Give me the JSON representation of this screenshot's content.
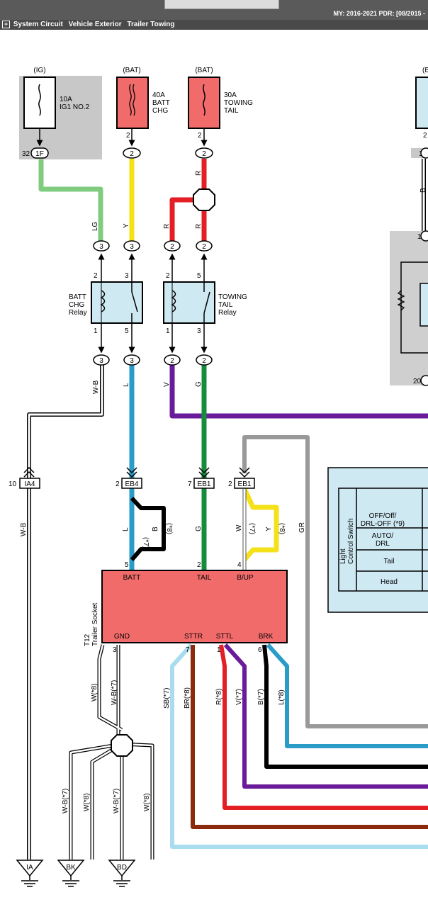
{
  "header": {
    "meta_my_label": "MY:",
    "meta_my": "2016-2021",
    "meta_pdr_label": "PDR:",
    "meta_pdr": "[08/2015 -"
  },
  "title": {
    "expand_glyph": "+",
    "parts": [
      "System Circuit",
      "Vehicle Exterior",
      "Trailer Towing"
    ]
  },
  "colors": {
    "fuse_red": "#f26b6b",
    "fuse_gray": "#c8c8c8",
    "relay_blue": "#cfe9f3",
    "socket": "#f26b6b",
    "wire_lg": "#7fcc7f",
    "wire_y": "#f5e11a",
    "wire_r": "#e31e24",
    "wire_l": "#2a9cc8",
    "wire_g": "#148c3c",
    "wire_v": "#6a1b9a",
    "wire_gr": "#999999",
    "wire_sb": "#a8dcee",
    "wire_br": "#8b2a0c",
    "wire_b": "#111111"
  },
  "fuses": [
    {
      "supply": "(IG)",
      "rating": "10A",
      "name_lines": [
        "IG1 NO.2"
      ],
      "conn_pin": "1F",
      "pin_num": "32"
    },
    {
      "supply": "(BAT)",
      "rating": "40A",
      "name_lines": [
        "BATT",
        "CHG"
      ],
      "conn_pin": "2",
      "pin_num": "2"
    },
    {
      "supply": "(BAT)",
      "rating": "30A",
      "name_lines": [
        "TOWING",
        "TAIL"
      ],
      "conn_pin": "2",
      "pin_num": "2"
    },
    {
      "supply": "(B",
      "conn_pin": "1",
      "pin_num": "2"
    }
  ],
  "relays": [
    {
      "name_lines": [
        "BATT",
        "CHG",
        "Relay"
      ],
      "pins_top": [
        "2",
        "3"
      ],
      "pins_bottom": [
        "1",
        "5"
      ]
    },
    {
      "name_lines": [
        "TOWING",
        "TAIL",
        "Relay"
      ],
      "pins_top": [
        "2",
        "5"
      ],
      "pins_bottom": [
        "1",
        "3"
      ]
    }
  ],
  "connector_pins": {
    "relay1_top": [
      "3",
      "3"
    ],
    "relay2_top": [
      "2",
      "2"
    ],
    "relay1_bottom": [
      "3",
      "3"
    ],
    "relay2_bottom": [
      "2",
      "2"
    ]
  },
  "wire_labels": {
    "lg": "LG",
    "y": "Y",
    "r_top": "R",
    "r_left": "R",
    "r_right": "R",
    "w_b_left": "W-B",
    "l": "L",
    "v": "V",
    "g": "G",
    "w_b_long": "W-B",
    "l_socket": "L",
    "b_socket": "B",
    "g_socket": "G",
    "w_socket": "W",
    "y_socket": "Y",
    "gr": "GR",
    "b_right": "B"
  },
  "variant_marks": {
    "l7": "(*7)",
    "b8": "(*8)",
    "w7": "(*7)",
    "y8": "(*8)"
  },
  "inline_connectors": [
    {
      "id": "IA4",
      "pin": "10"
    },
    {
      "id": "EB4",
      "pin": "2"
    },
    {
      "id": "EB1",
      "pin": "7"
    },
    {
      "id": "EB1",
      "pin": "2"
    }
  ],
  "socket": {
    "code": "T12",
    "name": "Trailer Socket",
    "top_terms": [
      {
        "label": "BATT",
        "pin": "5"
      },
      {
        "label": "TAIL",
        "pin": "2"
      },
      {
        "label": "B/UP",
        "pin": "4"
      }
    ],
    "bottom_terms": [
      {
        "label": "GND",
        "pin": "3"
      },
      {
        "label": "STTR",
        "pin": "7"
      },
      {
        "label": "STTL",
        "pin": "1"
      },
      {
        "label": "BRK",
        "pin": "6"
      }
    ]
  },
  "lower_wires": [
    "W(*8)",
    "W-B(*7)",
    "SB(*7)",
    "BR(*8)",
    "R(*8)",
    "V(*7)",
    "B(*7)",
    "L(*8)"
  ],
  "ground_wires": [
    "W-B(*7)",
    "W(*8)",
    "W-B(*7)",
    "W(*8)"
  ],
  "grounds": [
    "IA",
    "BK",
    "BD"
  ],
  "light_switch": {
    "title_lines": [
      "Light",
      "Control Switch"
    ],
    "positions": [
      [
        "OFF/Off/",
        "DRL-OFF (*9)"
      ],
      [
        "AUTO/",
        "DRL"
      ],
      [
        "Tail"
      ],
      [
        "Head"
      ]
    ]
  },
  "right_partial": {
    "pin_top": "1",
    "pin_bottom": "20"
  }
}
